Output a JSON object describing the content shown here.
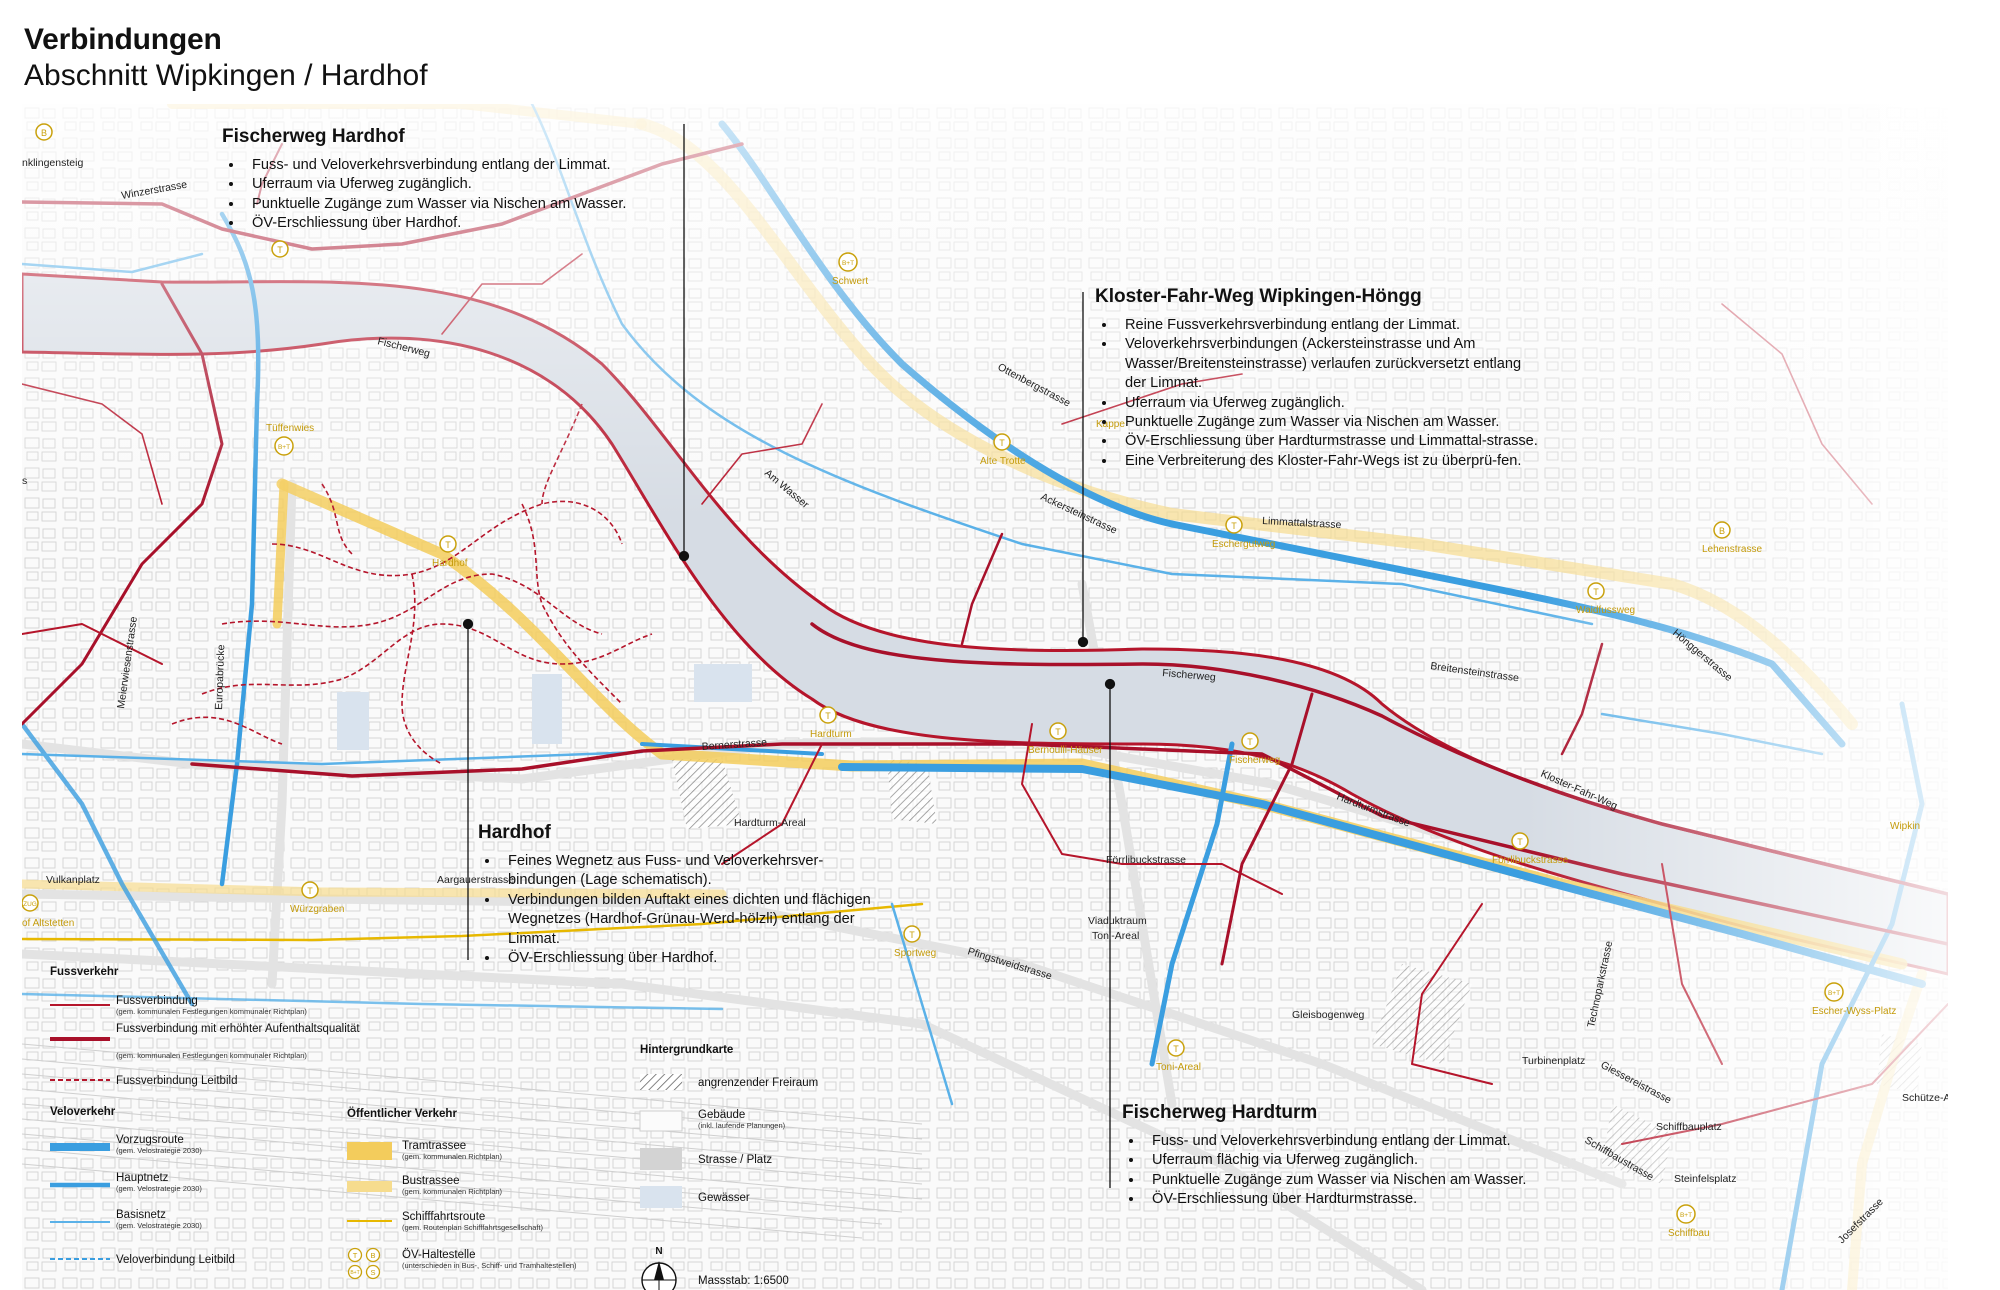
{
  "title": "Verbindungen",
  "subtitle": "Abschnitt Wipkingen / Hardhof",
  "callouts": {
    "fischerweg_hardhof": {
      "title": "Fischerweg Hardhof",
      "items": [
        "Fuss- und Veloverkehrsverbindung entlang der Limmat.",
        "Uferraum via Uferweg zugänglich.",
        "Punktuelle Zugänge zum Wasser via Nischen am Wasser.",
        "ÖV-Erschliessung über Hardhof."
      ]
    },
    "kloster_fahr_weg": {
      "title": "Kloster-Fahr-Weg Wipkingen-Höngg",
      "items": [
        "Reine Fussverkehrsverbindung entlang der Limmat.",
        "Veloverkehrsverbindungen (Ackersteinstrasse und Am Wasser/Breitensteinstrasse) verlaufen zurückversetzt entlang der Limmat.",
        "Uferraum via Uferweg zugänglich.",
        "Punktuelle Zugänge zum Wasser via Nischen am Wasser.",
        "ÖV-Erschliessung über Hardturmstrasse und Limmattal-strasse.",
        "Eine Verbreiterung des Kloster-Fahr-Wegs ist zu überprü-fen."
      ]
    },
    "hardhof": {
      "title": "Hardhof",
      "items": [
        "Feines Wegnetz aus Fuss- und Veloverkehrsver-bindungen (Lage schematisch).",
        "Verbindungen bilden Auftakt eines dichten und flächigen Wegnetzes (Hardhof-Grünau-Werd-hölzli) entlang der Limmat.",
        "ÖV-Erschliessung über Hardhof."
      ]
    },
    "fischerweg_hardturm": {
      "title": "Fischerweg Hardturm",
      "items": [
        "Fuss- und Veloverkehrsverbindung entlang der Limmat.",
        "Uferraum flächig via Uferweg zugänglich.",
        "Punktuelle Zugänge zum Wasser via Nischen am Wasser.",
        "ÖV-Erschliessung über Hardturmstrasse."
      ]
    }
  },
  "streets": {
    "winzerstrasse": "Winzerstrasse",
    "nklingensteig": "nklingensteig",
    "fischerweg_a": "Fischerweg",
    "fischerweg_b": "Fischerweg",
    "ottenbergstrasse": "Ottenbergstrasse",
    "am_wasser": "Am Wasser",
    "ackersteinstrasse": "Ackersteinstrasse",
    "limmattalstrasse": "Limmattalstrasse",
    "breitensteinstrasse": "Breitensteinstrasse",
    "hoenggerstrasse": "Hönggerstrasse",
    "kloster_fahr_weg": "Kloster-Fahr-Weg",
    "hardturmstrasse": "Hardturmstrasse",
    "foerrlibuckstrasse": "Förrlibuckstrasse",
    "bernerstrasse": "Bernerstrasse",
    "aargauerstrasse": "Aargauerstrasse",
    "meierwiesenstrasse": "Meierwiesenstrasse",
    "europabruecke": "Europabrücke",
    "pfingstweidstrasse": "Pfingstweidstrasse",
    "technoparkstrasse": "Technoparkstrasse",
    "giessereistrasse": "Giessereistrasse",
    "schiffbaustrasse": "Schiffbaustrasse",
    "josefstrasse": "Josefstrasse",
    "viaduktraum": "Viaduktraum",
    "toni_areal_a": "Toni-Areal",
    "gleisbogenweg": "Gleisbogenweg",
    "turbinenplatz": "Turbinenplatz",
    "schiffbauplatz": "Schiffbauplatz",
    "steinfelsplatz": "Steinfelsplatz",
    "hardturm_areal": "Hardturm-Areal",
    "vulkanplatz": "Vulkanplatz",
    "schuetze_ar": "Schütze-Ar",
    "s_label": "s"
  },
  "stops": {
    "tuffenwies": "Tüffenwies",
    "hardhof": "Hardhof",
    "schwert": "Schwert",
    "alte_trotte": "Alte Trotte",
    "eschergutweg": "Eschergutweg",
    "lehenstrasse": "Lehenstrasse",
    "waidfussweg": "Waidfussweg",
    "hardturm": "Hardturm",
    "bernoulli": "Bernoulli-Häuser",
    "fischerweg": "Fischerweg",
    "foerrlibuckstrasse": "Förrlibuckstrasse",
    "wuerzgraben": "Würzgraben",
    "sportweg": "Sportweg",
    "toni_areal": "Toni-Areal",
    "escher_wyss": "Escher-Wyss-Platz",
    "schiffbau": "Schiffbau",
    "wipkingen": "Wipkin",
    "altstetten": "of Altstetten",
    "kappeli": "Kappe"
  },
  "stop_symbols": {
    "tram": "T",
    "bus": "B",
    "combined": "B+T",
    "ship": "S",
    "zug": "ZUG"
  },
  "legend": {
    "fussverkehr": {
      "heading": "Fussverkehr",
      "items": [
        {
          "label": "Fussverbindung",
          "note": "(gem. kommunalen Festlegungen kommunaler Richtplan)"
        },
        {
          "label": "Fussverbindung mit erhöhter Aufenthaltsqualität",
          "note": "(gem. kommunalen Festlegungen kommunaler Richtplan)"
        },
        {
          "label": "Fussverbindung Leitbild",
          "note": ""
        }
      ]
    },
    "veloverkehr": {
      "heading": "Veloverkehr",
      "items": [
        {
          "label": "Vorzugsroute",
          "note": "(gem. Velostrategie 2030)"
        },
        {
          "label": "Hauptnetz",
          "note": "(gem. Velostrategie 2030)"
        },
        {
          "label": "Basisnetz",
          "note": "(gem. Velostrategie 2030)"
        },
        {
          "label": "Veloverbindung Leitbild",
          "note": ""
        }
      ]
    },
    "oev": {
      "heading": "Öffentlicher Verkehr",
      "items": [
        {
          "label": "Tramtrassee",
          "note": "(gem. kommunalen Richtplan)"
        },
        {
          "label": "Bustrassee",
          "note": "(gem. kommunalen Richtplan)"
        },
        {
          "label": "Schifffahrtsroute",
          "note": "(gem. Routenplan Schifffahrtsgesellschaft)"
        },
        {
          "label": "ÖV-Haltestelle",
          "note": "(unterschieden in Bus-, Schiff- und Tramhaltestellen)"
        }
      ]
    },
    "hintergrund": {
      "heading": "Hintergrundkarte",
      "items": [
        {
          "label": "angrenzender Freiraum",
          "note": ""
        },
        {
          "label": "Gebäude",
          "note": "(inkl. laufende Planungen)"
        },
        {
          "label": "Strasse / Platz",
          "note": ""
        },
        {
          "label": "Gewässer",
          "note": ""
        }
      ]
    },
    "north": "N",
    "scale": "Massstab: 1:6500"
  },
  "colors": {
    "fuss": "#b5152b",
    "fuss_strong": "#a8102a",
    "velo": "#3a9ee0",
    "velo_light": "#5ab1e8",
    "tram": "#f3cc5c",
    "bus": "#f6dc8e",
    "ship": "#e7b800",
    "stop": "#c9a10c",
    "water": "#d6dce4"
  }
}
